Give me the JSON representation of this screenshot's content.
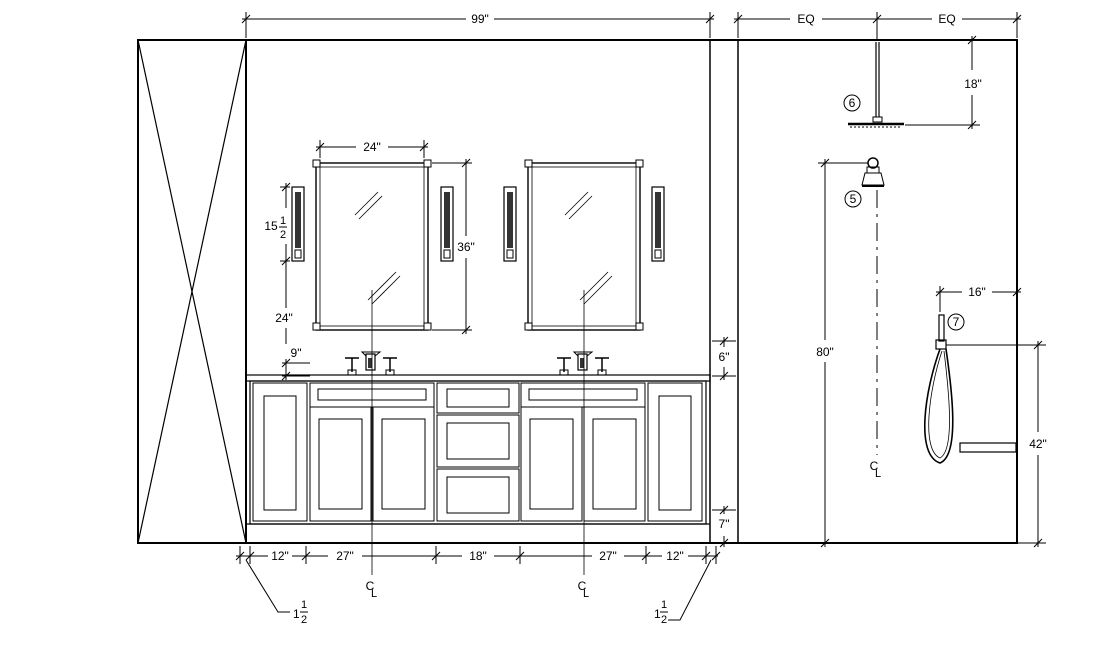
{
  "dimensions": {
    "overall_width": "99\"",
    "eq_left": "EQ",
    "eq_right": "EQ",
    "rain_drop": "18\"",
    "mirror_width": "24\"",
    "mirror_height": "36\"",
    "sconce_height_whole": "15",
    "sconce_height_num": "1",
    "sconce_height_den": "2",
    "sconce_mount": "24\"",
    "backsplash": "9\"",
    "splash_right": "6\"",
    "shower_head_height": "80\"",
    "handheld_offset": "16\"",
    "handheld_height": "42\"",
    "toe_kick": "7\"",
    "side_left": "12\"",
    "sink_left": "27\"",
    "drawers": "18\"",
    "sink_right": "27\"",
    "side_right": "12\"",
    "reveal_left_whole": "1",
    "reveal_left_num": "1",
    "reveal_left_den": "2",
    "reveal_right_whole": "1",
    "reveal_right_num": "1",
    "reveal_right_den": "2"
  },
  "tags": {
    "rain_head": "6",
    "shower_head": "5",
    "handheld": "7"
  },
  "centerline_symbol": "C",
  "centerline_sub": "L"
}
